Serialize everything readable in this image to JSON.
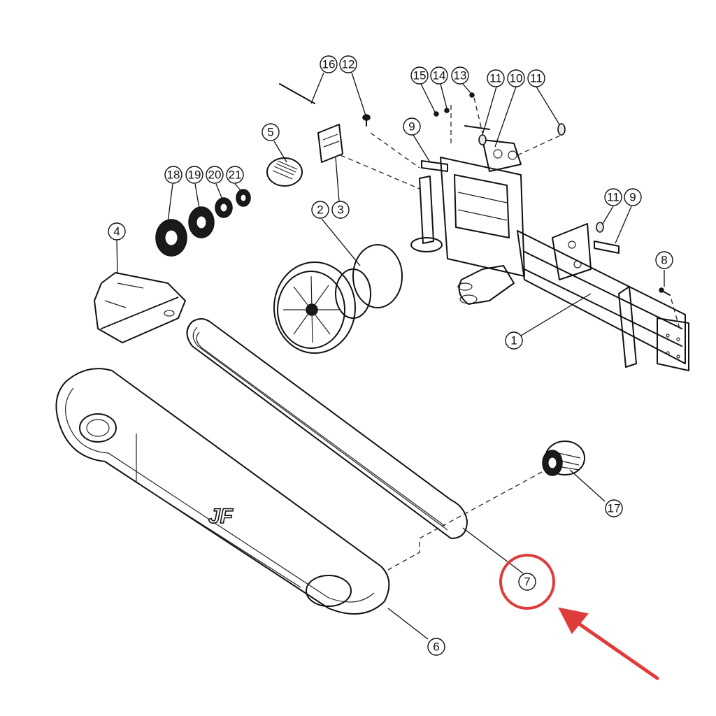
{
  "callouts": [
    {
      "id": "c16",
      "label": "16"
    },
    {
      "id": "c12",
      "label": "12"
    },
    {
      "id": "c15",
      "label": "15"
    },
    {
      "id": "c14",
      "label": "14"
    },
    {
      "id": "c13",
      "label": "13"
    },
    {
      "id": "c11a",
      "label": "11"
    },
    {
      "id": "c10",
      "label": "10"
    },
    {
      "id": "c11b",
      "label": "11"
    },
    {
      "id": "c9a",
      "label": "9"
    },
    {
      "id": "c5",
      "label": "5"
    },
    {
      "id": "c18",
      "label": "18"
    },
    {
      "id": "c19",
      "label": "19"
    },
    {
      "id": "c20",
      "label": "20"
    },
    {
      "id": "c21",
      "label": "21"
    },
    {
      "id": "c2",
      "label": "2"
    },
    {
      "id": "c3",
      "label": "3"
    },
    {
      "id": "c11c",
      "label": "11"
    },
    {
      "id": "c9b",
      "label": "9"
    },
    {
      "id": "c4",
      "label": "4"
    },
    {
      "id": "c8",
      "label": "8"
    },
    {
      "id": "c1",
      "label": "1"
    },
    {
      "id": "c17",
      "label": "17"
    },
    {
      "id": "c7",
      "label": "7"
    },
    {
      "id": "c6",
      "label": "6"
    }
  ],
  "logo_text": "JF",
  "highlight": {
    "target_label": "7",
    "color": "#e03b3b"
  }
}
